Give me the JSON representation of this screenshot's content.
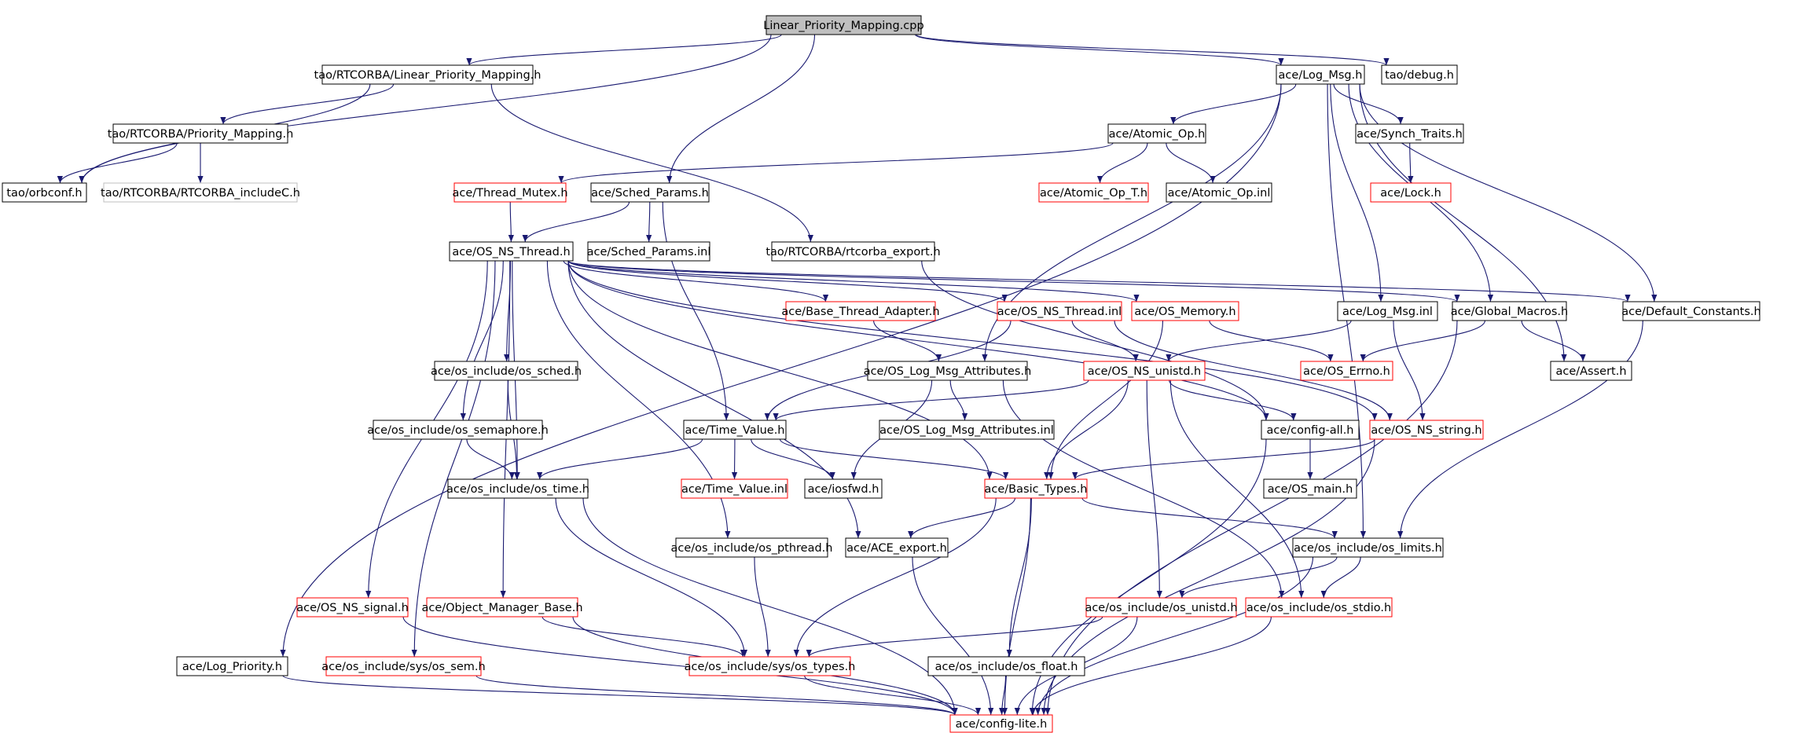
{
  "title": "Linear_Priority_Mapping.cpp",
  "colors": {
    "edge": "#191970",
    "box_normal": "#000000",
    "box_red": "#ff0000",
    "box_gray": "#bfbfbf",
    "root_fill": "#bfbfbf",
    "text": "#000000"
  },
  "nodes": [
    {
      "id": "root",
      "label": "Linear_Priority_Mapping.cpp",
      "style": "root"
    },
    {
      "id": "lpm_h",
      "label": "tao/RTCORBA/Linear_Priority_Mapping.h",
      "style": "normal"
    },
    {
      "id": "debug_h",
      "label": "tao/debug.h",
      "style": "normal"
    },
    {
      "id": "log_msg_h",
      "label": "ace/Log_Msg.h",
      "style": "normal"
    },
    {
      "id": "prio_map_h",
      "label": "tao/RTCORBA/Priority_Mapping.h",
      "style": "normal"
    },
    {
      "id": "orbconf_h",
      "label": "tao/orbconf.h",
      "style": "normal"
    },
    {
      "id": "rtcorba_includeC_h",
      "label": "tao/RTCORBA/RTCORBA_includeC.h",
      "style": "gray"
    },
    {
      "id": "atomic_op_h",
      "label": "ace/Atomic_Op.h",
      "style": "normal"
    },
    {
      "id": "synch_traits_h",
      "label": "ace/Synch_Traits.h",
      "style": "normal"
    },
    {
      "id": "thread_mutex_h",
      "label": "ace/Thread_Mutex.h",
      "style": "red"
    },
    {
      "id": "sched_params_h",
      "label": "ace/Sched_Params.h",
      "style": "normal"
    },
    {
      "id": "atomic_op_t_h",
      "label": "ace/Atomic_Op_T.h",
      "style": "red"
    },
    {
      "id": "atomic_op_inl",
      "label": "ace/Atomic_Op.inl",
      "style": "normal"
    },
    {
      "id": "lock_h",
      "label": "ace/Lock.h",
      "style": "red"
    },
    {
      "id": "os_ns_thread_h",
      "label": "ace/OS_NS_Thread.h",
      "style": "normal"
    },
    {
      "id": "sched_params_inl",
      "label": "ace/Sched_Params.inl",
      "style": "normal"
    },
    {
      "id": "rtcorba_export_h",
      "label": "tao/RTCORBA/rtcorba_export.h",
      "style": "normal"
    },
    {
      "id": "base_thread_adapter_h",
      "label": "ace/Base_Thread_Adapter.h",
      "style": "red"
    },
    {
      "id": "os_ns_thread_inl",
      "label": "ace/OS_NS_Thread.inl",
      "style": "red"
    },
    {
      "id": "os_memory_h",
      "label": "ace/OS_Memory.h",
      "style": "red"
    },
    {
      "id": "log_msg_inl",
      "label": "ace/Log_Msg.inl",
      "style": "normal"
    },
    {
      "id": "global_macros_h",
      "label": "ace/Global_Macros.h",
      "style": "normal"
    },
    {
      "id": "default_constants_h",
      "label": "ace/Default_Constants.h",
      "style": "normal"
    },
    {
      "id": "os_sched_h",
      "label": "ace/os_include/os_sched.h",
      "style": "normal"
    },
    {
      "id": "os_log_msg_attr_h",
      "label": "ace/OS_Log_Msg_Attributes.h",
      "style": "normal"
    },
    {
      "id": "os_ns_unistd_h",
      "label": "ace/OS_NS_unistd.h",
      "style": "red"
    },
    {
      "id": "os_errno_h",
      "label": "ace/OS_Errno.h",
      "style": "red"
    },
    {
      "id": "assert_h",
      "label": "ace/Assert.h",
      "style": "normal"
    },
    {
      "id": "os_semaphore_h",
      "label": "ace/os_include/os_semaphore.h",
      "style": "normal"
    },
    {
      "id": "time_value_h",
      "label": "ace/Time_Value.h",
      "style": "normal"
    },
    {
      "id": "os_log_msg_attr_inl",
      "label": "ace/OS_Log_Msg_Attributes.inl",
      "style": "normal"
    },
    {
      "id": "config_all_h",
      "label": "ace/config-all.h",
      "style": "normal"
    },
    {
      "id": "os_ns_string_h",
      "label": "ace/OS_NS_string.h",
      "style": "red"
    },
    {
      "id": "os_time_h",
      "label": "ace/os_include/os_time.h",
      "style": "normal"
    },
    {
      "id": "time_value_inl",
      "label": "ace/Time_Value.inl",
      "style": "red"
    },
    {
      "id": "iosfwd_h",
      "label": "ace/iosfwd.h",
      "style": "normal"
    },
    {
      "id": "basic_types_h",
      "label": "ace/Basic_Types.h",
      "style": "red"
    },
    {
      "id": "os_main_h",
      "label": "ace/OS_main.h",
      "style": "normal"
    },
    {
      "id": "os_pthread_h",
      "label": "ace/os_include/os_pthread.h",
      "style": "normal"
    },
    {
      "id": "ace_export_h",
      "label": "ace/ACE_export.h",
      "style": "normal"
    },
    {
      "id": "os_limits_h",
      "label": "ace/os_include/os_limits.h",
      "style": "normal"
    },
    {
      "id": "os_ns_signal_h",
      "label": "ace/OS_NS_signal.h",
      "style": "red"
    },
    {
      "id": "object_manager_base_h",
      "label": "ace/Object_Manager_Base.h",
      "style": "red"
    },
    {
      "id": "os_unistd_h",
      "label": "ace/os_include/os_unistd.h",
      "style": "red"
    },
    {
      "id": "os_stdio_h",
      "label": "ace/os_include/os_stdio.h",
      "style": "red"
    },
    {
      "id": "log_priority_h",
      "label": "ace/Log_Priority.h",
      "style": "normal"
    },
    {
      "id": "os_sem_h",
      "label": "ace/os_include/sys/os_sem.h",
      "style": "red"
    },
    {
      "id": "os_types_h",
      "label": "ace/os_include/sys/os_types.h",
      "style": "red"
    },
    {
      "id": "os_float_h",
      "label": "ace/os_include/os_float.h",
      "style": "normal"
    },
    {
      "id": "config_lite_h",
      "label": "ace/config-lite.h",
      "style": "red"
    }
  ],
  "edges": [
    [
      "root",
      "lpm_h"
    ],
    [
      "root",
      "debug_h"
    ],
    [
      "root",
      "log_msg_h"
    ],
    [
      "root",
      "sched_params_h"
    ],
    [
      "root",
      "orbconf_h"
    ],
    [
      "lpm_h",
      "prio_map_h"
    ],
    [
      "lpm_h",
      "orbconf_h"
    ],
    [
      "lpm_h",
      "rtcorba_export_h"
    ],
    [
      "prio_map_h",
      "orbconf_h"
    ],
    [
      "prio_map_h",
      "rtcorba_includeC_h"
    ],
    [
      "log_msg_h",
      "atomic_op_h"
    ],
    [
      "log_msg_h",
      "synch_traits_h"
    ],
    [
      "log_msg_h",
      "log_priority_h"
    ],
    [
      "log_msg_h",
      "os_log_msg_attr_h"
    ],
    [
      "log_msg_h",
      "log_msg_inl"
    ],
    [
      "log_msg_h",
      "global_macros_h"
    ],
    [
      "log_msg_h",
      "default_constants_h"
    ],
    [
      "log_msg_h",
      "assert_h"
    ],
    [
      "log_msg_h",
      "os_limits_h"
    ],
    [
      "atomic_op_h",
      "thread_mutex_h"
    ],
    [
      "atomic_op_h",
      "atomic_op_t_h"
    ],
    [
      "atomic_op_h",
      "atomic_op_inl"
    ],
    [
      "synch_traits_h",
      "lock_h"
    ],
    [
      "thread_mutex_h",
      "os_ns_thread_h"
    ],
    [
      "sched_params_h",
      "os_ns_thread_h"
    ],
    [
      "sched_params_h",
      "sched_params_inl"
    ],
    [
      "sched_params_h",
      "time_value_h"
    ],
    [
      "rtcorba_export_h",
      "config_all_h"
    ],
    [
      "os_ns_thread_h",
      "base_thread_adapter_h"
    ],
    [
      "os_ns_thread_h",
      "os_ns_thread_inl"
    ],
    [
      "os_ns_thread_h",
      "os_memory_h"
    ],
    [
      "os_ns_thread_h",
      "global_macros_h"
    ],
    [
      "os_ns_thread_h",
      "default_constants_h"
    ],
    [
      "os_ns_thread_h",
      "config_all_h"
    ],
    [
      "os_ns_thread_h",
      "os_ns_string_h"
    ],
    [
      "os_ns_thread_h",
      "basic_types_h"
    ],
    [
      "os_ns_thread_h",
      "os_sched_h"
    ],
    [
      "os_ns_thread_h",
      "os_semaphore_h"
    ],
    [
      "os_ns_thread_h",
      "os_time_h"
    ],
    [
      "os_ns_thread_h",
      "os_pthread_h"
    ],
    [
      "os_ns_thread_h",
      "ace_export_h"
    ],
    [
      "os_ns_thread_h",
      "os_ns_signal_h"
    ],
    [
      "os_ns_thread_h",
      "object_manager_base_h"
    ],
    [
      "os_ns_thread_h",
      "os_sem_h"
    ],
    [
      "base_thread_adapter_h",
      "os_log_msg_attr_h"
    ],
    [
      "os_ns_thread_inl",
      "os_ns_unistd_h"
    ],
    [
      "os_ns_thread_inl",
      "time_value_h"
    ],
    [
      "os_ns_thread_inl",
      "os_ns_string_h"
    ],
    [
      "os_memory_h",
      "os_errno_h"
    ],
    [
      "os_memory_h",
      "basic_types_h"
    ],
    [
      "log_msg_inl",
      "os_ns_unistd_h"
    ],
    [
      "log_msg_inl",
      "os_ns_string_h"
    ],
    [
      "global_macros_h",
      "os_errno_h"
    ],
    [
      "global_macros_h",
      "assert_h"
    ],
    [
      "global_macros_h",
      "config_lite_h"
    ],
    [
      "default_constants_h",
      "os_limits_h"
    ],
    [
      "os_sched_h",
      "os_time_h"
    ],
    [
      "os_semaphore_h",
      "os_time_h"
    ],
    [
      "os_log_msg_attr_h",
      "os_log_msg_attr_inl"
    ],
    [
      "os_log_msg_attr_h",
      "iosfwd_h"
    ],
    [
      "os_log_msg_attr_h",
      "os_stdio_h"
    ],
    [
      "os_ns_unistd_h",
      "time_value_h"
    ],
    [
      "os_ns_unistd_h",
      "config_all_h"
    ],
    [
      "os_ns_unistd_h",
      "basic_types_h"
    ],
    [
      "os_ns_unistd_h",
      "os_unistd_h"
    ],
    [
      "os_ns_unistd_h",
      "os_stdio_h"
    ],
    [
      "time_value_h",
      "os_time_h"
    ],
    [
      "time_value_h",
      "time_value_inl"
    ],
    [
      "time_value_h",
      "iosfwd_h"
    ],
    [
      "time_value_h",
      "basic_types_h"
    ],
    [
      "config_all_h",
      "os_main_h"
    ],
    [
      "config_all_h",
      "config_lite_h"
    ],
    [
      "os_ns_string_h",
      "basic_types_h"
    ],
    [
      "os_ns_string_h",
      "config_lite_h"
    ],
    [
      "os_time_h",
      "os_types_h"
    ],
    [
      "os_time_h",
      "config_lite_h"
    ],
    [
      "basic_types_h",
      "ace_export_h"
    ],
    [
      "basic_types_h",
      "os_limits_h"
    ],
    [
      "basic_types_h",
      "os_types_h"
    ],
    [
      "basic_types_h",
      "os_float_h"
    ],
    [
      "basic_types_h",
      "config_lite_h"
    ],
    [
      "os_pthread_h",
      "os_types_h"
    ],
    [
      "ace_export_h",
      "config_lite_h"
    ],
    [
      "os_limits_h",
      "os_unistd_h"
    ],
    [
      "os_limits_h",
      "os_stdio_h"
    ],
    [
      "os_limits_h",
      "config_lite_h"
    ],
    [
      "os_ns_signal_h",
      "config_lite_h"
    ],
    [
      "object_manager_base_h",
      "os_types_h"
    ],
    [
      "object_manager_base_h",
      "config_lite_h"
    ],
    [
      "os_unistd_h",
      "os_types_h"
    ],
    [
      "os_unistd_h",
      "config_lite_h"
    ],
    [
      "os_stdio_h",
      "config_lite_h"
    ],
    [
      "log_priority_h",
      "config_lite_h"
    ],
    [
      "os_sem_h",
      "config_lite_h"
    ],
    [
      "os_types_h",
      "config_lite_h"
    ],
    [
      "os_float_h",
      "config_lite_h"
    ]
  ]
}
